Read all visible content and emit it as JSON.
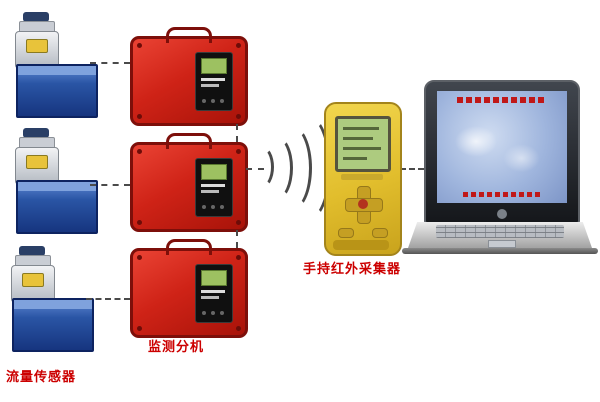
{
  "labels": {
    "flow_sensor": "流量传感器",
    "monitor_unit": "监测分机",
    "handheld_collector": "手持红外采集器"
  },
  "colors": {
    "label_red": "#cc0000",
    "case_red": "#cf2317",
    "sensor_blue": "#2a55a5",
    "handheld_yellow": "#e1bd2c",
    "lcd_green": "#adcb7f",
    "laptop_screen_blue": "#9fb5dd"
  },
  "devices": {
    "flow_sensors_count": 3,
    "monitor_units_count": 3,
    "handheld_count": 1,
    "laptop_count": 1
  }
}
